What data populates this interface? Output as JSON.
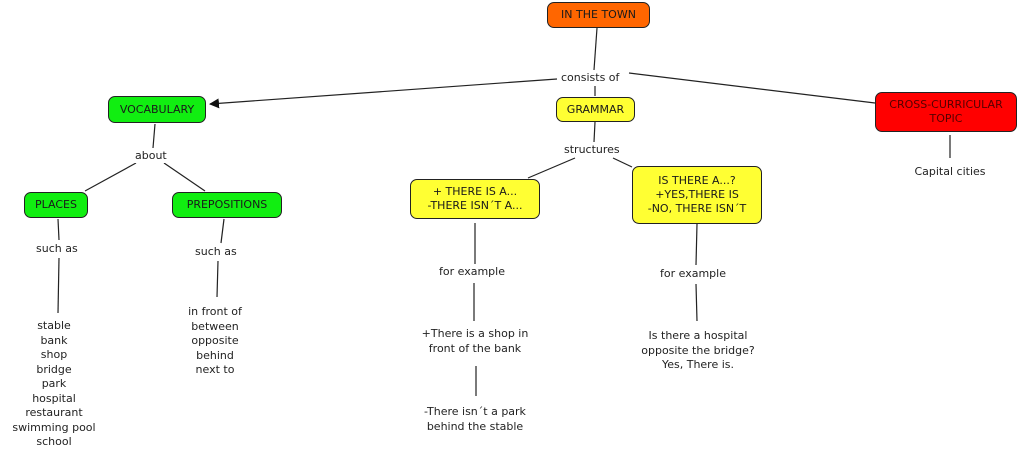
{
  "concept_map": {
    "root": {
      "label": "IN THE TOWN",
      "color": "#ff6600"
    },
    "root_link": "consists of",
    "branches": {
      "vocabulary": {
        "label": "VOCABULARY",
        "color": "#11ee11",
        "link": "about",
        "places": {
          "label": "PLACES",
          "link": "such as",
          "items": "stable\nbank\nshop\nbridge\npark\nhospital\nrestaurant\nswimming pool\nschool"
        },
        "prepositions": {
          "label": "PREPOSITIONS",
          "link": "such as",
          "items": "in front of\nbetween\nopposite\nbehind\nnext to"
        }
      },
      "grammar": {
        "label": "GRAMMAR",
        "color": "#ffff33",
        "link": "structures",
        "affirmative": {
          "label": "+ THERE IS A...\n-THERE ISN´T A...",
          "link": "for example",
          "example1": "+There is a shop in\nfront of the bank",
          "example2": "-There isn´t a park\nbehind the stable"
        },
        "question": {
          "label": "IS THERE A...?\n+YES,THERE IS\n-NO, THERE ISN´T",
          "link": "for example",
          "example": "Is there a hospital\nopposite the bridge?\nYes, There is."
        }
      },
      "cross_curricular": {
        "label": "CROSS-CURRICULAR\nTOPIC",
        "color": "#ff0000",
        "item": "Capital cities"
      }
    }
  }
}
